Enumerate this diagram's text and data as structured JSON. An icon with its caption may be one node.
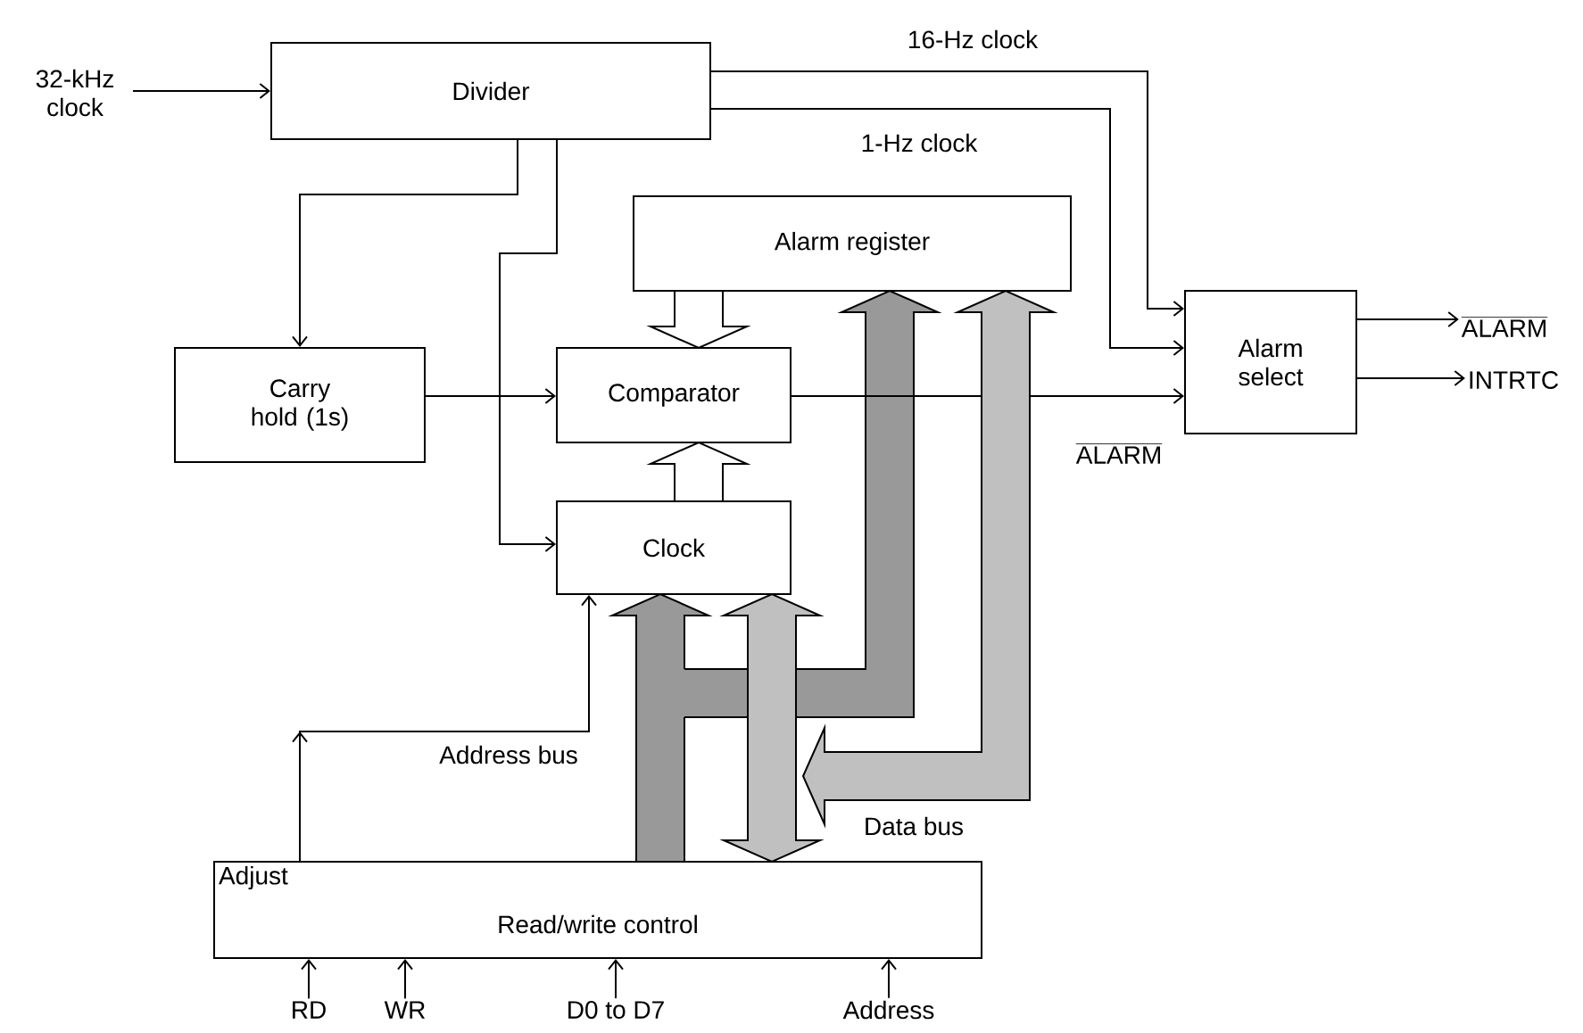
{
  "diagram": {
    "nodes": [
      {
        "text": [
          "Divider"
        ]
      },
      {
        "text": [
          "Alarm register"
        ]
      },
      {
        "text": [
          "Carry hold (1s)"
        ]
      },
      {
        "text": [
          "Comparator"
        ]
      },
      {
        "text": [
          "Alarm select"
        ]
      },
      {
        "text": [
          "Clock"
        ]
      },
      {
        "text": [
          "Adjust",
          "Read/write control"
        ]
      },
      {
        "text": [
          "32-kHz clock"
        ]
      },
      {
        "text": [
          "ALARM"
        ]
      },
      {
        "text": [
          "INTRTC"
        ]
      },
      {
        "text": [
          "RD"
        ]
      },
      {
        "text": [
          "WR"
        ]
      },
      {
        "text": [
          "D0 to D7"
        ]
      },
      {
        "text": [
          "Address"
        ]
      }
    ],
    "edges": [
      {
        "from": 7,
        "to": 0,
        "arrow": "to"
      },
      {
        "from": 0,
        "to": 4,
        "arrow": "to",
        "label": "16-Hz clock"
      },
      {
        "from": 0,
        "to": 4,
        "arrow": "to",
        "label": "1-Hz clock"
      },
      {
        "from": 0,
        "to": 2,
        "arrow": "to"
      },
      {
        "from": 0,
        "to": 5,
        "arrow": "to"
      },
      {
        "from": 2,
        "to": 3,
        "arrow": "to"
      },
      {
        "from": 3,
        "to": 4,
        "arrow": "to",
        "label": "ALARM"
      },
      {
        "from": 4,
        "to": 8,
        "arrow": "to"
      },
      {
        "from": 4,
        "to": 9,
        "arrow": "to"
      },
      {
        "from": 1,
        "to": 3,
        "arrow": "to",
        "style": "thick",
        "color": "#ffffff"
      },
      {
        "from": 5,
        "to": 3,
        "arrow": "to",
        "style": "thick",
        "color": "#ffffff"
      },
      {
        "from": 6,
        "to": 5,
        "arrow": "to",
        "style": "thick",
        "color": "#999999"
      },
      {
        "from": 6,
        "to": 1,
        "arrow": "to",
        "style": "thick",
        "color": "#999999"
      },
      {
        "from": 6,
        "to": 5,
        "arrow": "both",
        "style": "thick",
        "color": "#c0c0c0"
      },
      {
        "from": null,
        "to": 1,
        "arrow": "both",
        "style": "thick",
        "color": "#c0c0c0"
      },
      {
        "from": 6,
        "to": 5,
        "arrow": "to",
        "label": "Address bus"
      },
      {
        "from": 10,
        "to": 6,
        "arrow": "to"
      },
      {
        "from": 11,
        "to": 6,
        "arrow": "to"
      },
      {
        "from": 12,
        "to": 6,
        "arrow": "to"
      },
      {
        "from": 13,
        "to": 6,
        "arrow": "to"
      }
    ],
    "labels": [
      "Data bus"
    ]
  }
}
